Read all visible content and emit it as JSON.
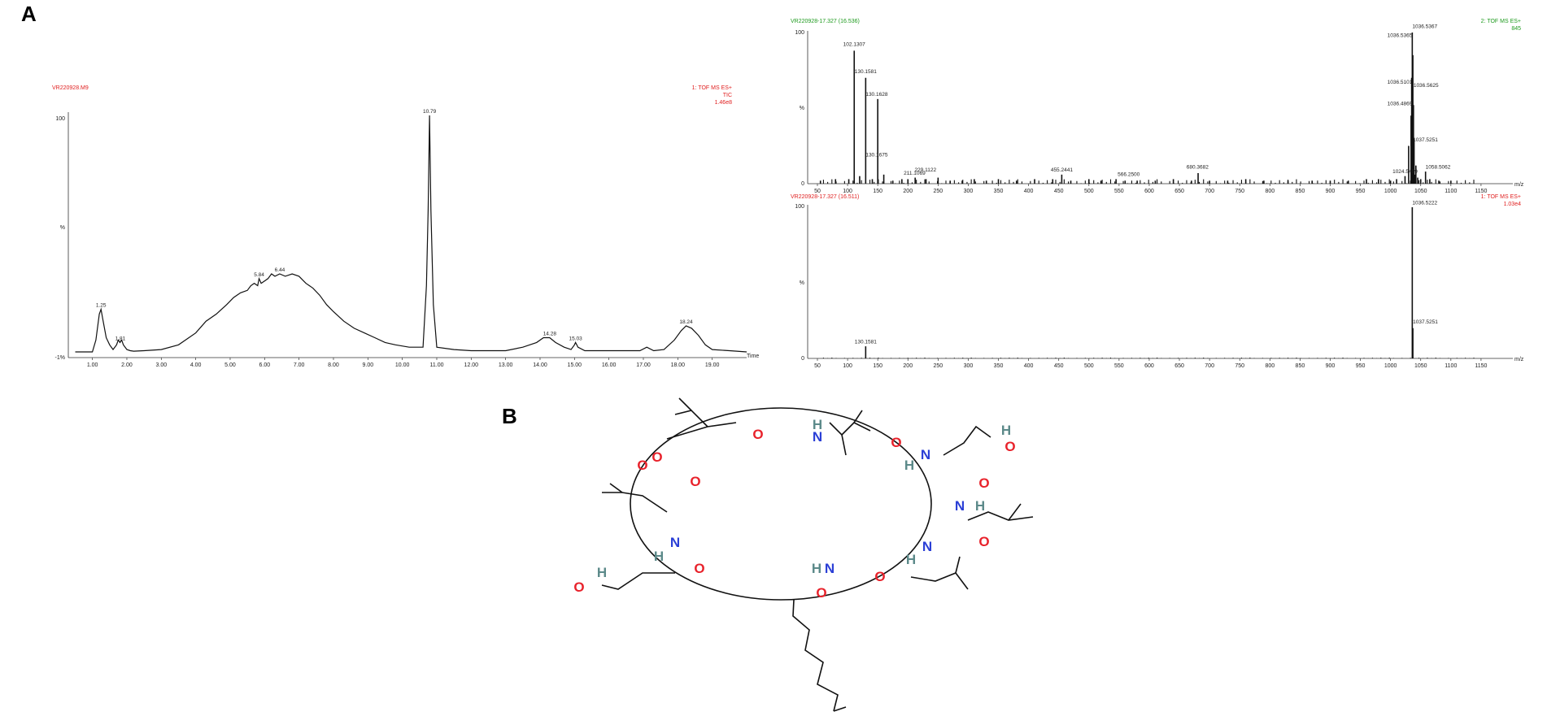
{
  "panels": {
    "a_label": "A",
    "b_label": "B"
  },
  "colors": {
    "oxygen": "#e8222b",
    "nitrogen": "#2b3fd6",
    "hydrogen": "#5c8a8a",
    "ms_header_top": "#1e9a1e",
    "ms_header_bottom": "#e02020"
  },
  "chromatogram": {
    "header_left": "VR220928.M9",
    "header_right": [
      "1: TOF MS ES+",
      "TIC",
      "1.46e8"
    ],
    "x_axis_unit": "Time",
    "ytick_labels": [
      "100",
      "%",
      "-1%"
    ],
    "xtick_labels": [
      "1.00",
      "2.00",
      "3.00",
      "4.00",
      "5.00",
      "6.00",
      "7.00",
      "8.00",
      "9.00",
      "10.00",
      "11.00",
      "12.00",
      "13.00",
      "14.00",
      "15.00",
      "16.00",
      "17.00",
      "18.00",
      "19.00"
    ],
    "peak_labels": [
      "1.25",
      "1.81",
      "5.84",
      "6.44",
      "10.79",
      "14.28",
      "15.03",
      "18.24"
    ]
  },
  "chart_data": [
    {
      "type": "line",
      "title": "",
      "xlabel": "Time",
      "ylabel": "%",
      "xlim": [
        0.3,
        20
      ],
      "ylim": [
        -1,
        100
      ],
      "series": [
        {
          "values_x": [
            0.5,
            1.0,
            1.1,
            1.2,
            1.25,
            1.3,
            1.4,
            1.5,
            1.6,
            1.7,
            1.75,
            1.8,
            1.85,
            1.9,
            2.0,
            2.1,
            2.2,
            2.5,
            3.0,
            3.5,
            4.0,
            4.3,
            4.6,
            4.9,
            5.1,
            5.3,
            5.5,
            5.6,
            5.7,
            5.8,
            5.84,
            5.9,
            6.0,
            6.1,
            6.2,
            6.3,
            6.44,
            6.6,
            6.8,
            7.0,
            7.2,
            7.4,
            7.6,
            7.8,
            8.0,
            8.3,
            8.6,
            8.9,
            9.2,
            9.5,
            9.8,
            10.2,
            10.6,
            10.7,
            10.75,
            10.79,
            10.83,
            10.9,
            11.0,
            11.5,
            12.0,
            12.5,
            13.0,
            13.5,
            13.9,
            14.1,
            14.28,
            14.45,
            14.7,
            14.9,
            15.0,
            15.03,
            15.1,
            15.3,
            16.0,
            16.5,
            16.9,
            17.1,
            17.3,
            17.6,
            17.9,
            18.1,
            18.24,
            18.4,
            18.6,
            18.8,
            19.0,
            19.5,
            20.0
          ],
          "values": [
            0,
            0,
            5,
            16,
            18,
            14,
            6,
            3,
            1,
            3,
            5,
            4,
            5,
            3,
            1,
            0.5,
            0.3,
            0.5,
            1,
            3,
            8,
            13,
            16,
            20,
            23,
            25,
            26,
            28,
            29,
            28,
            31,
            29,
            30,
            31,
            33,
            32,
            33,
            32,
            33,
            32,
            29,
            27,
            24,
            20,
            17,
            13,
            10,
            8,
            6,
            4,
            3,
            2,
            2,
            28,
            60,
            100,
            60,
            20,
            2,
            1,
            0.5,
            0.5,
            0.5,
            2,
            4,
            6,
            6,
            4,
            2,
            1,
            3,
            4,
            2,
            0.5,
            0.5,
            0.5,
            0.5,
            2,
            0.5,
            1,
            5,
            9,
            11,
            10,
            7,
            3,
            1,
            0.5,
            0
          ]
        }
      ]
    },
    {
      "type": "bar",
      "title": "",
      "xlabel": "m/z",
      "ylabel": "%",
      "xlim": [
        50,
        1200
      ],
      "ylim": [
        0,
        100
      ],
      "series": [
        {
          "name": "2: TOF MS ES+",
          "x": [
            55,
            80,
            102,
            111,
            120,
            130,
            141,
            150,
            160,
            175,
            190,
            200,
            212,
            230,
            250,
            270,
            290,
            310,
            330,
            350,
            380,
            410,
            440,
            455,
            470,
            500,
            520,
            545,
            560,
            580,
            610,
            640,
            670,
            681,
            700,
            730,
            760,
            790,
            830,
            870,
            900,
            930,
            960,
            980,
            1000,
            1010,
            1024,
            1030,
            1034,
            1035,
            1036,
            1037,
            1038,
            1039,
            1040,
            1042,
            1045,
            1050,
            1058,
            1065,
            1080,
            1100
          ],
          "values": [
            2,
            3,
            3,
            88,
            5,
            70,
            3,
            56,
            6,
            2,
            3,
            3,
            4,
            3,
            4,
            2,
            2,
            3,
            2,
            3,
            2,
            3,
            3,
            6,
            2,
            3,
            2,
            3,
            2,
            2,
            2,
            3,
            2,
            7,
            2,
            2,
            3,
            2,
            2,
            2,
            2,
            2,
            3,
            3,
            2,
            3,
            5,
            25,
            45,
            70,
            100,
            85,
            52,
            30,
            6,
            12,
            4,
            3,
            8,
            3,
            2,
            2
          ]
        },
        {
          "name": "1: TOF MS ES+",
          "x": [
            130,
            1036,
            1037
          ],
          "values": [
            8,
            100,
            20
          ]
        }
      ]
    }
  ],
  "ms_top": {
    "header_left": "VR220928-17.327 (16.536)",
    "header_right": [
      "2: TOF MS ES+",
      "845"
    ],
    "ytick_labels": [
      "100",
      "%",
      "0"
    ],
    "xtick_labels": [
      "50",
      "100",
      "150",
      "200",
      "250",
      "300",
      "350",
      "400",
      "450",
      "500",
      "550",
      "600",
      "650",
      "700",
      "750",
      "800",
      "850",
      "900",
      "950",
      "1000",
      "1050",
      "1100",
      "1150"
    ],
    "x_unit": "m/z",
    "peak_labels": [
      "102.1307",
      "130.1581",
      "130.1628",
      "130.1675",
      "211.1069",
      "229.1122",
      "455.2441",
      "566.2500",
      "680.3682",
      "1024.5459",
      "1036.5367",
      "1036.5365",
      "1036.5101",
      "1036.4869",
      "1036.5625",
      "1037.5251",
      "1058.5062"
    ]
  },
  "ms_bottom": {
    "header_left": "VR220928-17.327 (16.511)",
    "header_right": [
      "1: TOF MS ES+",
      "1.03e4"
    ],
    "ytick_labels": [
      "100",
      "%",
      "0"
    ],
    "xtick_labels": [
      "50",
      "100",
      "150",
      "200",
      "250",
      "300",
      "350",
      "400",
      "450",
      "500",
      "550",
      "600",
      "650",
      "700",
      "750",
      "800",
      "850",
      "900",
      "950",
      "1000",
      "1050",
      "1100",
      "1150"
    ],
    "x_unit": "m/z",
    "peak_labels": [
      "130.1581",
      "1036.5222",
      "1037.5251"
    ]
  },
  "structure": {
    "atoms": [
      "O",
      "N",
      "H",
      "O",
      "H",
      "O",
      "N",
      "H",
      "O",
      "N",
      "H",
      "O",
      "N",
      "H",
      "O",
      "N",
      "H",
      "O",
      "N",
      "H",
      "O",
      "O",
      "O",
      "H",
      "O",
      "O"
    ]
  }
}
